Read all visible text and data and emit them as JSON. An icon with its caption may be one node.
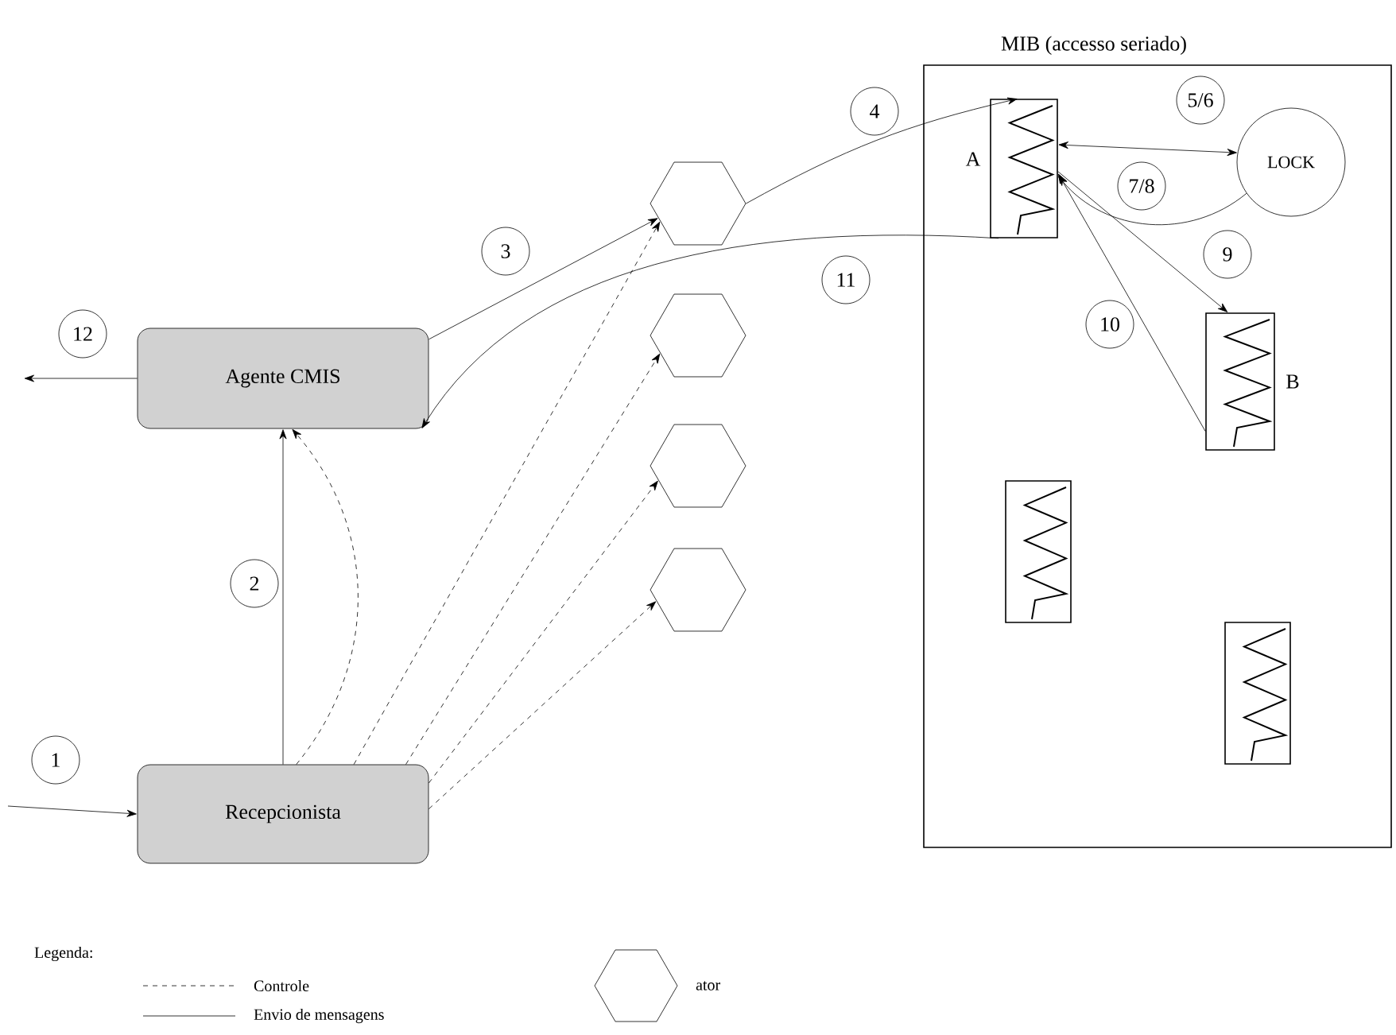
{
  "diagram": {
    "nodes": [
      {
        "text": [
          "MIB (accesso seriado)"
        ]
      },
      {
        "text": [
          "Agente CMIS"
        ]
      },
      {
        "text": [
          "Recepcionista"
        ]
      },
      {
        "text": [],
        "shape": "hexagon"
      },
      {
        "text": [],
        "shape": "hexagon"
      },
      {
        "text": [],
        "shape": "hexagon"
      },
      {
        "text": [],
        "shape": "hexagon"
      },
      {
        "text": [],
        "shape": "box",
        "beside": [
          "A"
        ],
        "in": 0
      },
      {
        "text": [
          "LOCK"
        ],
        "in": 0
      },
      {
        "text": [],
        "shape": "box",
        "beside": [
          "B"
        ],
        "in": 0
      },
      {
        "text": [],
        "shape": "box",
        "in": 0
      },
      {
        "text": [],
        "shape": "box",
        "in": 0
      }
    ],
    "edges": [
      {
        "from": null,
        "to": 2,
        "arrow": "to",
        "label": "1"
      },
      {
        "from": 2,
        "to": 1,
        "arrow": "to",
        "label": "2"
      },
      {
        "from": 2,
        "to": 1,
        "arrow": "to",
        "style": "dashed"
      },
      {
        "from": 1,
        "to": 3,
        "arrow": "to",
        "label": "3"
      },
      {
        "from": 3,
        "to": 7,
        "arrow": "to",
        "label": "4"
      },
      {
        "from": 7,
        "to": 8,
        "arrow": "both",
        "label": "5/6"
      },
      {
        "from": 8,
        "to": 7,
        "arrow": "to",
        "label": "7/8"
      },
      {
        "from": 7,
        "to": 9,
        "arrow": "to",
        "label": "9"
      },
      {
        "from": 9,
        "to": 7,
        "arrow": "to",
        "label": "10"
      },
      {
        "from": 7,
        "to": 1,
        "arrow": "to",
        "label": "11"
      },
      {
        "from": 1,
        "to": null,
        "arrow": "to",
        "label": "12"
      },
      {
        "from": 2,
        "to": 3,
        "arrow": "to",
        "style": "dashed"
      },
      {
        "from": 2,
        "to": 4,
        "arrow": "to",
        "style": "dashed"
      },
      {
        "from": 2,
        "to": 5,
        "arrow": "to",
        "style": "dashed"
      },
      {
        "from": 2,
        "to": 6,
        "arrow": "to",
        "style": "dashed"
      }
    ],
    "labels": [
      "Legenda:"
    ],
    "legend": [
      {
        "text": "Controle"
      },
      {
        "text": "Envio de mensagens"
      },
      {
        "text": "ator"
      }
    ]
  }
}
